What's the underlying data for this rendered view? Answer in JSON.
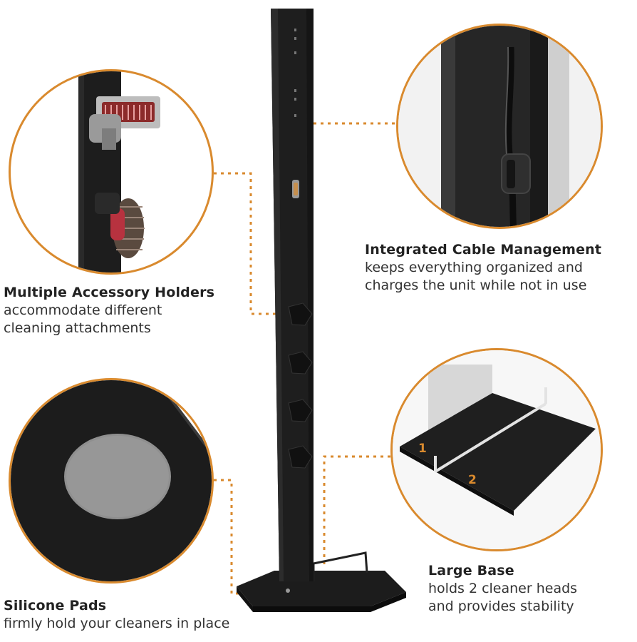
{
  "accent_color": "#d98a2e",
  "features": {
    "accessory": {
      "title": "Multiple Accessory Holders",
      "desc_line1": "accommodate different",
      "desc_line2": "cleaning attachments"
    },
    "cable": {
      "title": "Integrated Cable Management",
      "desc_line1": "keeps everything organized and",
      "desc_line2": "charges the unit while not in use"
    },
    "pads": {
      "title": "Silicone Pads",
      "desc_line1": "firmly hold your cleaners in place"
    },
    "base": {
      "title": "Large Base",
      "desc_line1": "holds 2 cleaner heads",
      "desc_line2": "and provides stability"
    }
  },
  "base_markers": [
    "1",
    "2"
  ]
}
